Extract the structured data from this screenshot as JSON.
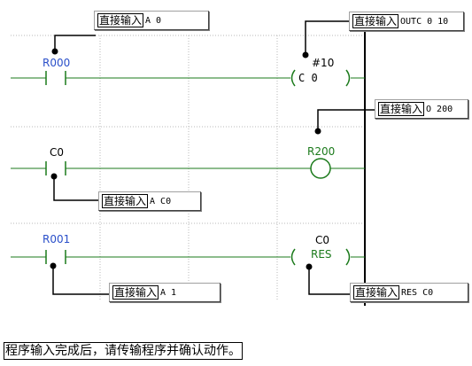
{
  "input_tag": "直接输入",
  "inputs": [
    {
      "value": "A 0"
    },
    {
      "value": "OUTC 0 10"
    },
    {
      "value": "O 200"
    },
    {
      "value": "A C0"
    },
    {
      "value": "A 1"
    },
    {
      "value": "RES C0"
    }
  ],
  "contacts": {
    "r000": "R000",
    "c0": "C0",
    "r001": "R001"
  },
  "outputs": {
    "timer_number": "#10",
    "timer_label": "C 0",
    "coil_label": "R200",
    "reset_label_top": "C0",
    "reset_label_bottom": "RES"
  },
  "instruction": "程序输入完成后，请传输程序并确认动作。",
  "colors": {
    "blue": "#2a4fc9",
    "green": "#1b7a1b",
    "rail": "#000000"
  }
}
